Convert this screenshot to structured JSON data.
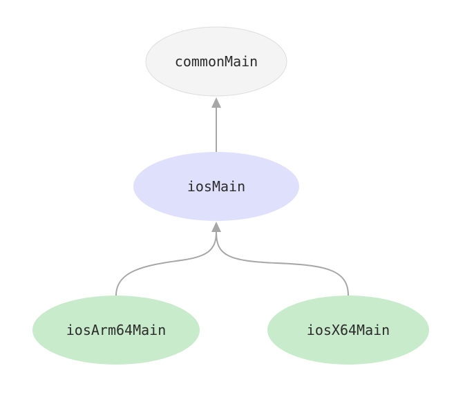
{
  "nodes": {
    "common_main": {
      "label": "commonMain",
      "fill": "#f4f4f4",
      "stroke": "#dddddd"
    },
    "ios_main": {
      "label": "iosMain",
      "fill": "#dfe0fb",
      "stroke": "#dfe0fb"
    },
    "ios_arm64_main": {
      "label": "iosArm64Main",
      "fill": "#c8ebcb",
      "stroke": "#c8ebcb"
    },
    "ios_x64_main": {
      "label": "iosX64Main",
      "fill": "#c8ebcb",
      "stroke": "#c8ebcb"
    }
  },
  "edges": [
    {
      "from": "iosMain",
      "to": "commonMain"
    },
    {
      "from": "iosArm64Main",
      "to": "iosMain"
    },
    {
      "from": "iosX64Main",
      "to": "iosMain"
    }
  ],
  "colors": {
    "edge": "#a6a6a6",
    "label": "#2b2b2b"
  }
}
